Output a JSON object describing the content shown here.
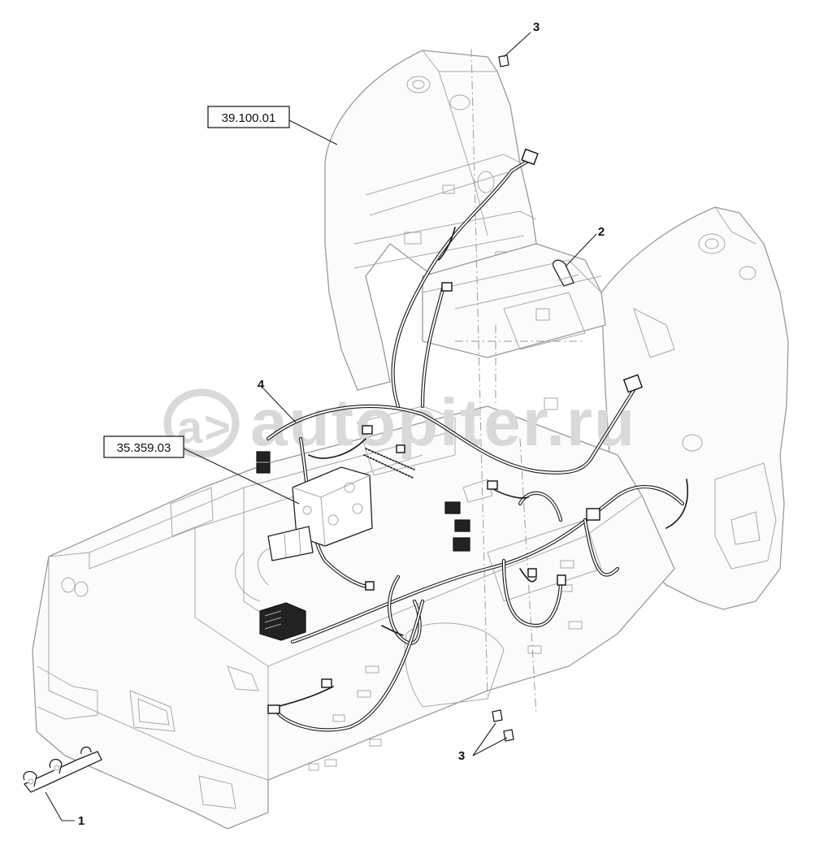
{
  "watermark": {
    "text": "autopiter.ru",
    "glyph": "a>"
  },
  "references": {
    "ref_a": "39.100.01",
    "ref_b": "35.359.03"
  },
  "callouts": {
    "c1": "1",
    "c2": "2",
    "c3_top": "3",
    "c3_bottom": "3",
    "c4": "4"
  }
}
